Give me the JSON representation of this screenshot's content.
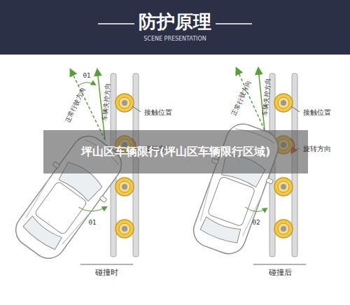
{
  "diagram": {
    "title": "防护原理",
    "labels": [
      "SCENE PRESENTATION",
      "正常行驶方向",
      "车辆失控方向",
      "θ1",
      "接触位置",
      "旋转方向",
      "θ1",
      "碰撞时",
      "正常行驶方向",
      "车辆失控方向",
      "接触位置",
      "旋转方向",
      "θ2",
      "碰撞后",
      "坪山区车辆限行(坪山区车辆限行区域)"
    ]
  }
}
